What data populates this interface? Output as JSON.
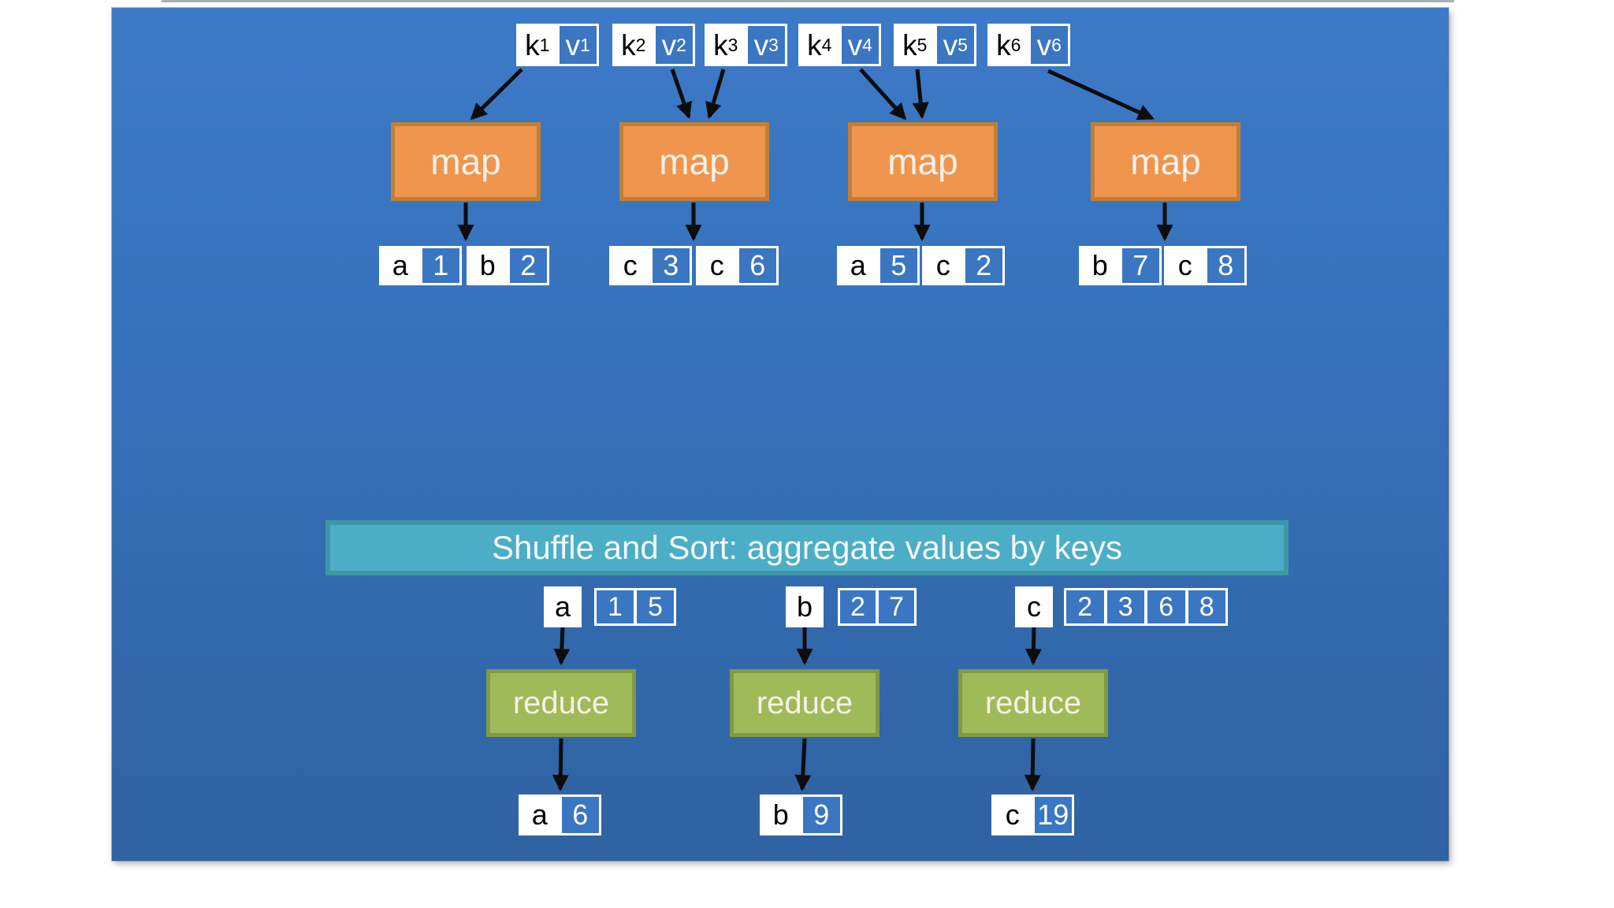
{
  "colors": {
    "slide_top": "#3d7ac7",
    "slide_bottom": "#2f62a1",
    "cell_blue": "#3a76c2",
    "map_fill": "#f0954e",
    "map_border": "#c17f36",
    "shuffle_fill": "#4cadc6",
    "shuffle_border": "#3e97a4",
    "reduce_fill": "#9fba58",
    "reduce_border": "#7f9b44",
    "arrow": "#0d0d0d",
    "edge_line": "#a6afb7",
    "label_text": "#f5f1e8"
  },
  "inputs": [
    {
      "key": "k",
      "key_sub": "1",
      "value": "v",
      "value_sub": "1"
    },
    {
      "key": "k",
      "key_sub": "2",
      "value": "v",
      "value_sub": "2"
    },
    {
      "key": "k",
      "key_sub": "3",
      "value": "v",
      "value_sub": "3"
    },
    {
      "key": "k",
      "key_sub": "4",
      "value": "v",
      "value_sub": "4"
    },
    {
      "key": "k",
      "key_sub": "5",
      "value": "v",
      "value_sub": "5"
    },
    {
      "key": "k",
      "key_sub": "6",
      "value": "v",
      "value_sub": "6"
    }
  ],
  "map_label": "map",
  "map_outputs": [
    [
      {
        "key": "a",
        "value": "1"
      },
      {
        "key": "b",
        "value": "2"
      }
    ],
    [
      {
        "key": "c",
        "value": "3"
      },
      {
        "key": "c",
        "value": "6"
      }
    ],
    [
      {
        "key": "a",
        "value": "5"
      },
      {
        "key": "c",
        "value": "2"
      }
    ],
    [
      {
        "key": "b",
        "value": "7"
      },
      {
        "key": "c",
        "value": "8"
      }
    ]
  ],
  "shuffle_label": "Shuffle and Sort: aggregate values by keys",
  "groups": [
    {
      "key": "a",
      "values": [
        "1",
        "5"
      ]
    },
    {
      "key": "b",
      "values": [
        "2",
        "7"
      ]
    },
    {
      "key": "c",
      "values": [
        "2",
        "3",
        "6",
        "8"
      ]
    }
  ],
  "reduce_label": "reduce",
  "reduce_outputs": [
    {
      "key": "a",
      "value": "6"
    },
    {
      "key": "b",
      "value": "9"
    },
    {
      "key": "c",
      "value": "19"
    }
  ]
}
